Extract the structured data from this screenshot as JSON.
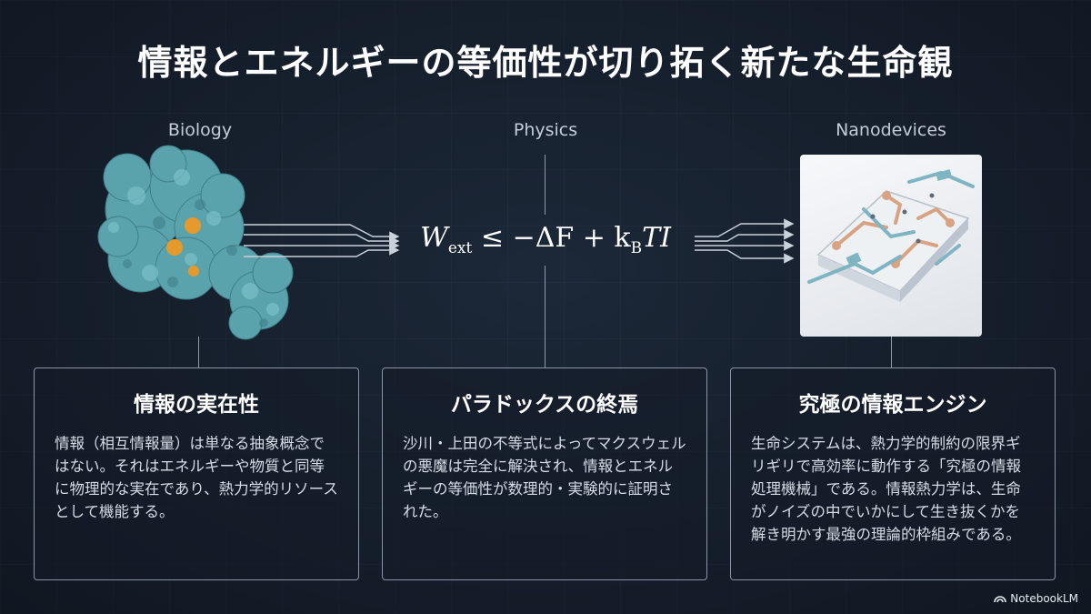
{
  "title": "情報とエネルギーの等価性が切り拓く新たな生命観",
  "columns": {
    "biology": "Biology",
    "physics": "Physics",
    "nanodevices": "Nanodevices"
  },
  "formula": {
    "w": "W",
    "w_sub": "ext",
    "relation": " ≤ −ΔF + k",
    "k_sub": "B",
    "tail": "TI"
  },
  "cards": [
    {
      "title": "情報の実在性",
      "body": "情報（相互情報量）は単なる抽象概念ではない。それはエネルギーや物質と同等に物理的な実在であり、熱力学的リソースとして機能する。"
    },
    {
      "title": "パラドックスの終焉",
      "body": "沙川・上田の不等式によってマクスウェルの悪魔は完全に解決され、情報とエネルギーの等価性が数理的・実験的に証明された。"
    },
    {
      "title": "究極の情報エンジン",
      "body": "生命システムは、熱力学的制約の限界ギリギリで高効率に動作する「究極の情報処理機械」である。情報熱力学は、生命がノイズの中でいかにして生き抜くかを解き明かす最強の理論的枠組みである。"
    }
  ],
  "brand": "NotebookLM",
  "colors": {
    "background": "#16202e",
    "protein": "#5aa3ad",
    "cofactor": "#e69a2c",
    "trace_copper": "#d9a283",
    "trace_teal": "#7fb4c2"
  },
  "icons": [
    "protein-structure-illustration",
    "nanodevice-circuit-illustration",
    "notebooklm-logo-icon"
  ]
}
